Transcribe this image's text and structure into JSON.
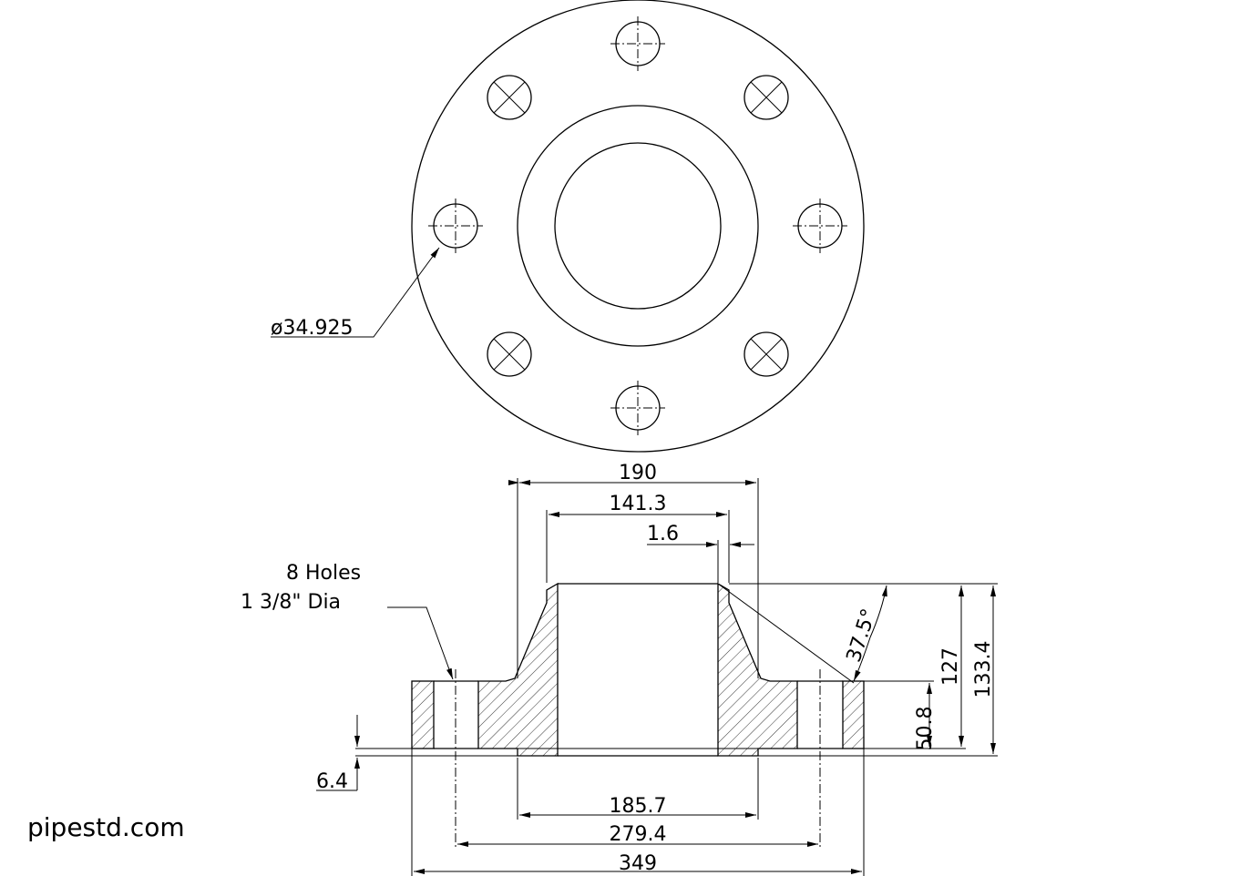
{
  "drawing": {
    "hole_diameter_label": "ø34.925",
    "holes_note_line1": "8 Holes",
    "holes_note_line2": "1 3/8\" Dia",
    "dims": {
      "raised_face_od": "190",
      "hub_od": "141.3",
      "raised_face_height_small": "1.6",
      "angle": "37.5°",
      "flange_thickness": "50.8",
      "height_127": "127",
      "height_total": "133.4",
      "raised_face_thickness": "6.4",
      "bore_od": "185.7",
      "bolt_circle": "279.4",
      "flange_od": "349"
    }
  },
  "brand": "pipestd.com"
}
